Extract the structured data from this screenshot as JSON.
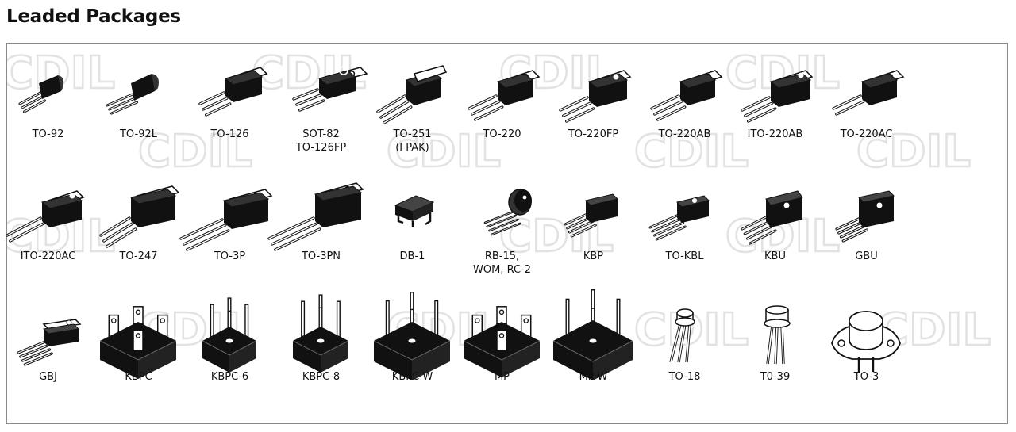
{
  "title": "Leaded Packages",
  "watermark": "CDIL",
  "colors": {
    "ink": "#111111",
    "border": "#8a8a8a",
    "watermark": "#dcdcdc"
  },
  "rows": [
    [
      {
        "label": "TO-92",
        "icon": "to92-transistor-icon"
      },
      {
        "label": "TO-92L",
        "icon": "to92l-transistor-icon"
      },
      {
        "label": "TO-126",
        "icon": "to126-package-icon"
      },
      {
        "label": "SOT-82\nTO-126FP",
        "icon": "sot82-package-icon"
      },
      {
        "label": "TO-251\n(I PAK)",
        "icon": "to251-package-icon"
      },
      {
        "label": "TO-220",
        "icon": "to220-package-icon"
      },
      {
        "label": "TO-220FP",
        "icon": "to220fp-package-icon"
      },
      {
        "label": "TO-220AB",
        "icon": "to220ab-package-icon"
      },
      {
        "label": "ITO-220AB",
        "icon": "ito220ab-package-icon"
      },
      {
        "label": "TO-220AC",
        "icon": "to220ac-package-icon"
      }
    ],
    [
      {
        "label": "ITO-220AC",
        "icon": "ito220ac-package-icon"
      },
      {
        "label": "TO-247",
        "icon": "to247-package-icon"
      },
      {
        "label": "TO-3P",
        "icon": "to3p-package-icon"
      },
      {
        "label": "TO-3PN",
        "icon": "to3pn-package-icon"
      },
      {
        "label": "DB-1",
        "icon": "db1-package-icon"
      },
      {
        "label": "RB-15,\nWOM, RC-2",
        "icon": "rb15-round-bridge-icon"
      },
      {
        "label": "KBP",
        "icon": "kbp-bridge-icon"
      },
      {
        "label": "TO-KBL",
        "icon": "tokbl-bridge-icon"
      },
      {
        "label": "KBU",
        "icon": "kbu-bridge-icon"
      },
      {
        "label": "GBU",
        "icon": "gbu-bridge-icon"
      }
    ],
    [
      {
        "label": "GBJ",
        "icon": "gbj-bridge-icon"
      },
      {
        "label": "KBPC",
        "icon": "kbpc-bridge-icon"
      },
      {
        "label": "KBPC-6",
        "icon": "kbpc6-bridge-icon"
      },
      {
        "label": "KBPC-8",
        "icon": "kbpc8-bridge-icon"
      },
      {
        "label": "KBPC-W",
        "icon": "kbpcw-bridge-icon"
      },
      {
        "label": "MP",
        "icon": "mp-bridge-icon"
      },
      {
        "label": "MP-W",
        "icon": "mpw-bridge-icon"
      },
      {
        "label": "TO-18",
        "icon": "to18-metal-can-icon"
      },
      {
        "label": "T0-39",
        "icon": "to39-metal-can-icon"
      },
      {
        "label": "TO-3",
        "icon": "to3-metal-can-icon"
      }
    ]
  ]
}
